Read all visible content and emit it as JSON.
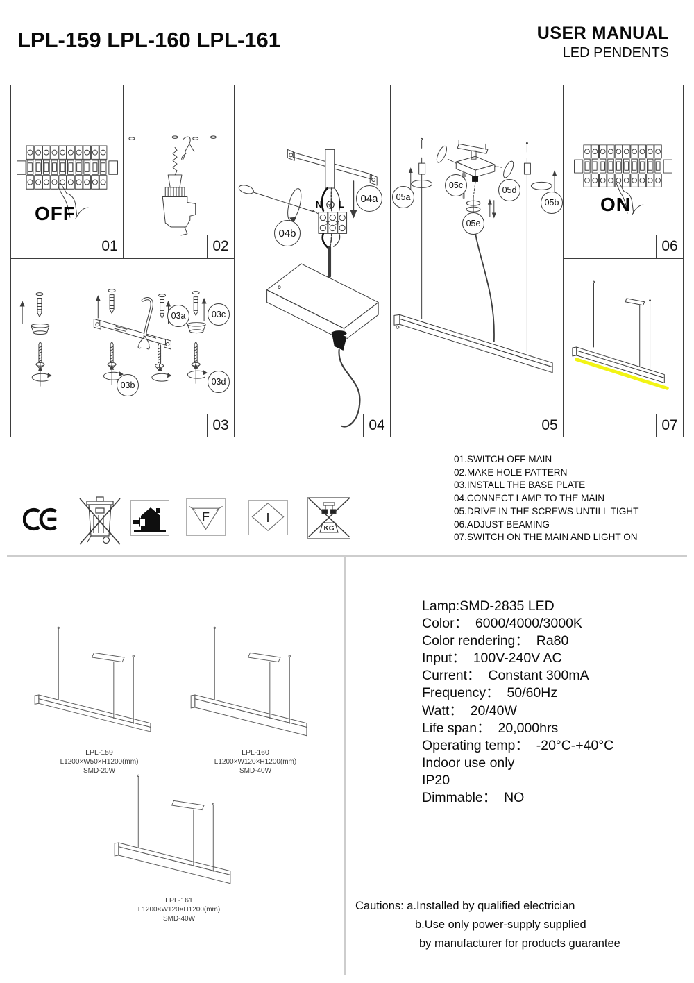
{
  "header": {
    "models": "LPL-159 LPL-160 LPL-161",
    "manual_title": "USER MANUAL",
    "manual_subtitle": "LED PENDENTS"
  },
  "steps": {
    "s01": {
      "num": "01",
      "state": "OFF"
    },
    "s02": {
      "num": "02"
    },
    "s03": {
      "num": "03",
      "a": "03a",
      "b": "03b",
      "c": "03c",
      "d": "03d"
    },
    "s04": {
      "num": "04",
      "a": "04a",
      "b": "04b",
      "neutral": "N",
      "live": "L"
    },
    "s05": {
      "num": "05",
      "a": "05a",
      "b": "05b",
      "c": "05c",
      "d": "05d",
      "e": "05e"
    },
    "s06": {
      "num": "06",
      "state": "ON"
    },
    "s07": {
      "num": "07"
    }
  },
  "certifications": {
    "f": "F",
    "i": "I",
    "kg": "KG"
  },
  "instructions": [
    "01.SWITCH OFF MAIN",
    "02.MAKE HOLE PATTERN",
    "03.INSTALL THE BASE PLATE",
    "04.CONNECT LAMP TO THE MAIN",
    "05.DRIVE IN THE SCREWS UNTILL TIGHT",
    "06.ADJUST BEAMING",
    "07.SWITCH ON THE MAIN AND LIGHT ON"
  ],
  "products": [
    {
      "name": "LPL-159",
      "dimensions": "L1200×W50×H1200(mm)",
      "wattage": "SMD-20W"
    },
    {
      "name": "LPL-160",
      "dimensions": "L1200×W120×H1200(mm)",
      "wattage": "SMD-40W"
    },
    {
      "name": "LPL-161",
      "dimensions": "L1200×W120×H1200(mm)",
      "wattage": "SMD-40W"
    }
  ],
  "specs": {
    "lines": [
      "Lamp:SMD-2835 LED",
      "Color：  6000/4000/3000K",
      "Color rendering：  Ra80",
      "Input：  100V-240V AC",
      "Current：  Constant 300mA",
      "Frequency：  50/60Hz",
      "Watt：  20/40W",
      "Life span：  20,000hrs",
      "Operating temp：  -20°C-+40°C",
      "Indoor use only",
      "IP20",
      "Dimmable：  NO"
    ]
  },
  "cautions": {
    "lines": [
      "Cautions: a.Installed by qualified electrician",
      "b.Use only power-supply supplied",
      "by manufacturer for products guarantee"
    ]
  },
  "colors": {
    "highlight": "#f2f414",
    "line": "#3d3d3d",
    "divider": "#cdcdcd"
  }
}
